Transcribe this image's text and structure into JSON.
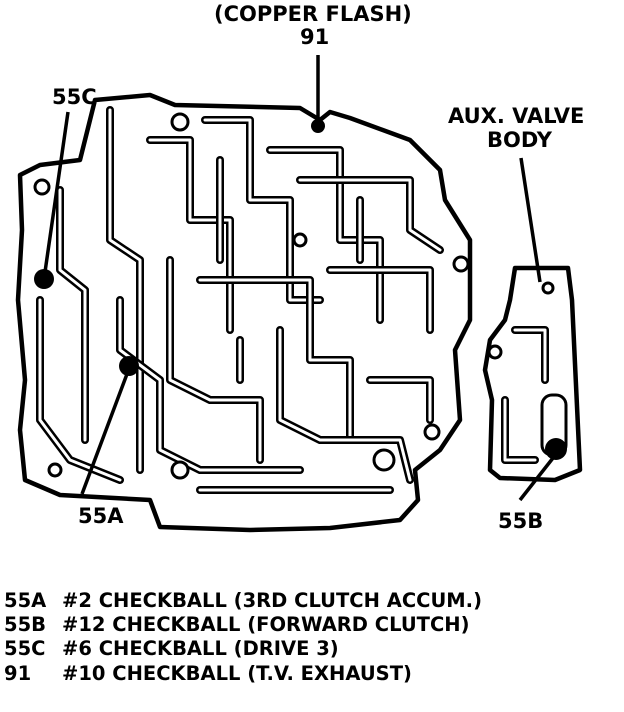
{
  "callouts": {
    "copper_flash": "(COPPER FLASH)",
    "c91": "91",
    "c55c": "55C",
    "aux_line1": "AUX. VALVE",
    "aux_line2": "BODY",
    "c55a": "55A",
    "c55b": "55B"
  },
  "legend": [
    {
      "code": "55A",
      "text": "#2 CHECKBALL (3RD CLUTCH ACCUM.)"
    },
    {
      "code": "55B",
      "text": "#12 CHECKBALL (FORWARD CLUTCH)"
    },
    {
      "code": "55C",
      "text": "#6 CHECKBALL (DRIVE 3)"
    },
    {
      "code": "91",
      "text": "#10 CHECKBALL (T.V. EXHAUST)"
    }
  ]
}
